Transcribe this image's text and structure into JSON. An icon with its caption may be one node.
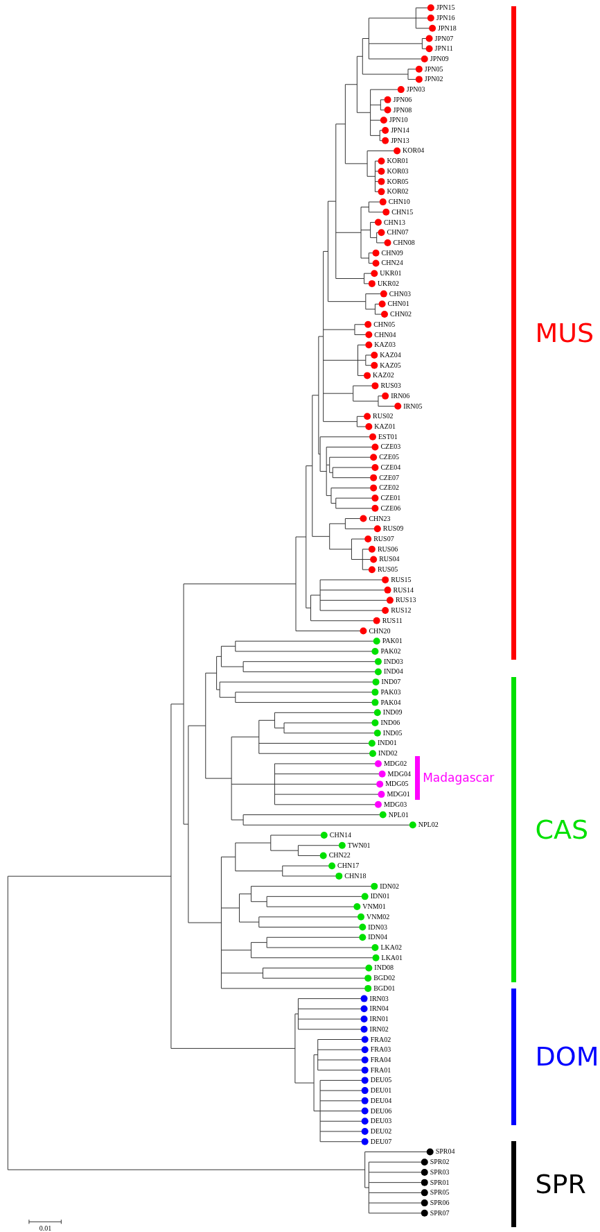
{
  "diagram": {
    "nodes": [
      {
        "text": [
          "MUS"
        ]
      },
      {
        "text": [
          "CAS"
        ]
      },
      {
        "text": [
          "Madagascar"
        ]
      },
      {
        "text": [
          "DOM"
        ]
      },
      {
        "text": [
          "SPR"
        ]
      }
    ],
    "labels": [
      "JPN15",
      "JPN16",
      "JPN18",
      "JPN07",
      "JPN11",
      "JPN09",
      "JPN05",
      "JPN02",
      "JPN03",
      "JPN06",
      "JPN08",
      "JPN10",
      "JPN14",
      "JPN13",
      "KOR04",
      "KOR01",
      "KOR03",
      "KOR05",
      "KOR02",
      "CHN10",
      "CHN15",
      "CHN13",
      "CHN07",
      "CHN08",
      "CHN09",
      "CHN24",
      "UKR01",
      "UKR02",
      "CHN03",
      "CHN01",
      "CHN02",
      "CHN05",
      "CHN04",
      "KAZ03",
      "KAZ04",
      "KAZ05",
      "KAZ02",
      "RUS03",
      "IRN06",
      "IRN05",
      "RUS02",
      "KAZ01",
      "EST01",
      "CZE03",
      "CZE05",
      "CZE04",
      "CZE07",
      "CZE02",
      "CZE01",
      "CZE06",
      "CHN23",
      "RUS09",
      "RUS07",
      "RUS06",
      "RUS04",
      "RUS05",
      "RUS15",
      "RUS14",
      "RUS13",
      "RUS12",
      "RUS11",
      "CHN20",
      "PAK01",
      "PAK02",
      "IND03",
      "IND04",
      "IND07",
      "PAK03",
      "PAK04",
      "IND09",
      "IND06",
      "IND05",
      "IND01",
      "IND02",
      "MDG02",
      "MDG04",
      "MDG05",
      "MDG01",
      "MDG03",
      "NPL01",
      "NPL02",
      "CHN14",
      "TWN01",
      "CHN22",
      "CHN17",
      "CHN18",
      "IDN02",
      "IDN01",
      "VNM01",
      "VNM02",
      "IDN03",
      "IDN04",
      "LKA02",
      "LKA01",
      "IND08",
      "BGD02",
      "BGD01",
      "IRN03",
      "IRN04",
      "IRN01",
      "IRN02",
      "FRA02",
      "FRA03",
      "FRA04",
      "FRA01",
      "DEU05",
      "DEU01",
      "DEU04",
      "DEU06",
      "DEU03",
      "DEU02",
      "DEU07",
      "SPR04",
      "SPR02",
      "SPR03",
      "SPR01",
      "SPR05",
      "SPR06",
      "SPR07",
      "0.01"
    ]
  }
}
